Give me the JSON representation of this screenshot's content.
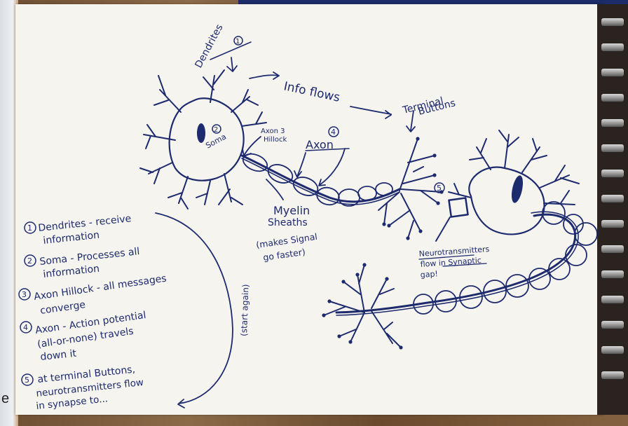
{
  "labels": {
    "dendrites": "Dendrites",
    "dendrites_num": "1",
    "info_flows": "Info flows",
    "terminal": "Terminal",
    "buttons": "Buttons",
    "soma_num": "2",
    "soma": "Soma",
    "axon_num3": "Axon 3",
    "hillock": "Hillock",
    "axon_num4": "4",
    "axon": "Axon",
    "myelin": "Myelin",
    "sheaths": "Sheaths",
    "makes_signal": "(makes Signal",
    "go_faster": "go faster)",
    "nt_num": "5",
    "nt_line1": "Neurotransmitters",
    "nt_line2": "flow in Synaptic",
    "nt_line3": "gap!",
    "start_again": "(start again)"
  },
  "legend": [
    {
      "num": "1",
      "lines": [
        "Dendrites - receive",
        "information"
      ]
    },
    {
      "num": "2",
      "lines": [
        "Soma - Processes all",
        "information"
      ]
    },
    {
      "num": "3",
      "lines": [
        "Axon Hillock - all messages",
        "converge"
      ]
    },
    {
      "num": "4",
      "lines": [
        "Axon - Action potential",
        "(all-or-none) travels",
        "down it"
      ]
    },
    {
      "num": "5",
      "lines": [
        "at terminal Buttons,",
        "neurotransmitters flow",
        "in synapse to..."
      ]
    }
  ],
  "edge_text": "e"
}
